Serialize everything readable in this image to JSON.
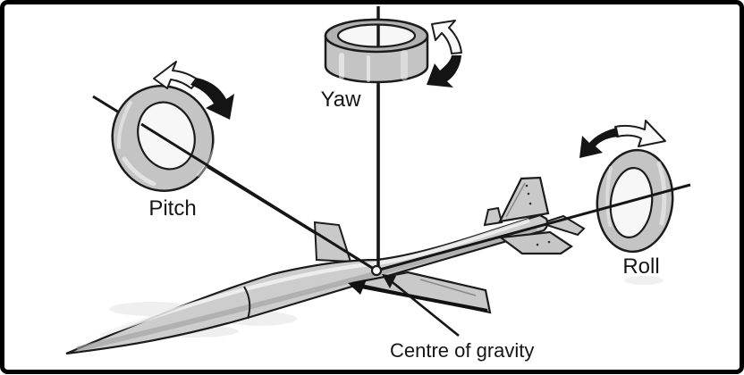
{
  "diagram": {
    "type": "technical-illustration",
    "subject": "Missile with three rotation axes about the centre of gravity",
    "labels": {
      "yaw": "Yaw",
      "pitch": "Pitch",
      "roll": "Roll",
      "centre_of_gravity": "Centre of gravity"
    },
    "colors": {
      "background": "#ffffff",
      "border": "#000000",
      "ink": "#161616",
      "ring_band": "#c4c4c4",
      "ring_top": "#b2b2b2",
      "ring_hole": "#f7f7f7",
      "body": "#cdcdcd",
      "wing": "#c9c9c9",
      "arrow_head": "#141414",
      "arrow_tail": "#fafafa"
    },
    "icons": [
      {
        "name": "yaw-rotation-arrow-icon",
        "glyph": "curved rotation arrow around vertical axis"
      },
      {
        "name": "pitch-rotation-arrow-icon",
        "glyph": "curved rotation arrow around lateral axis"
      },
      {
        "name": "roll-rotation-arrow-icon",
        "glyph": "curved rotation arrow around longitudinal axis"
      }
    ]
  }
}
